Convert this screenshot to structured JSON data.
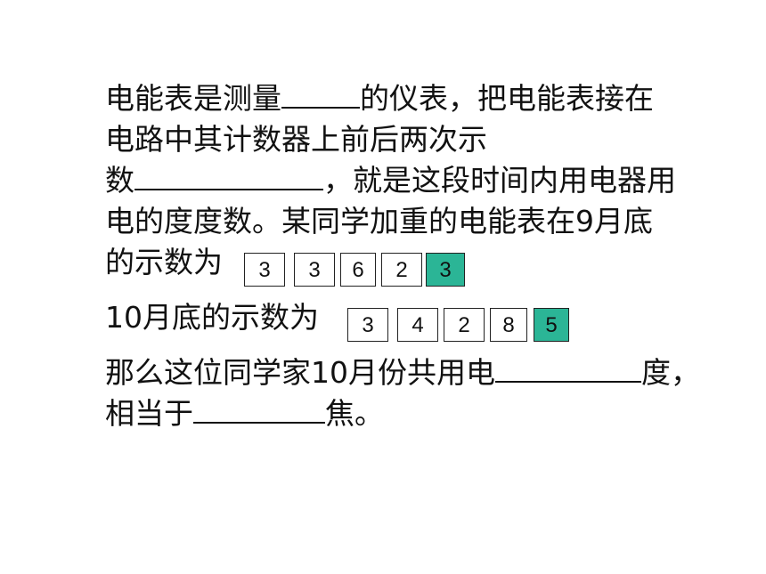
{
  "question": {
    "line1": {
      "a": "电能表是测量",
      "b": "的仪表，把电能表接在"
    },
    "line2": "电路中其计数器上前后两次示",
    "line3": {
      "a": "数",
      "b": "，就是这段时间内用电器用"
    },
    "line4": "电的度度数。某同学加重的电能表在9月底",
    "line5": "的示数为",
    "line6": "10月底的示数为",
    "line7": {
      "a": "那么这位同学家10月份共用电",
      "b": "度，"
    },
    "line8": {
      "a": "相当于",
      "b": "焦。"
    }
  },
  "meter_sept": {
    "digits": [
      "3",
      "3",
      "6",
      "2"
    ],
    "tenths": "3"
  },
  "meter_oct": {
    "digits": [
      "3",
      "4",
      "2",
      "8"
    ],
    "tenths": "5"
  },
  "colors": {
    "tenths_box": "#2bb596",
    "text": "#111111"
  }
}
